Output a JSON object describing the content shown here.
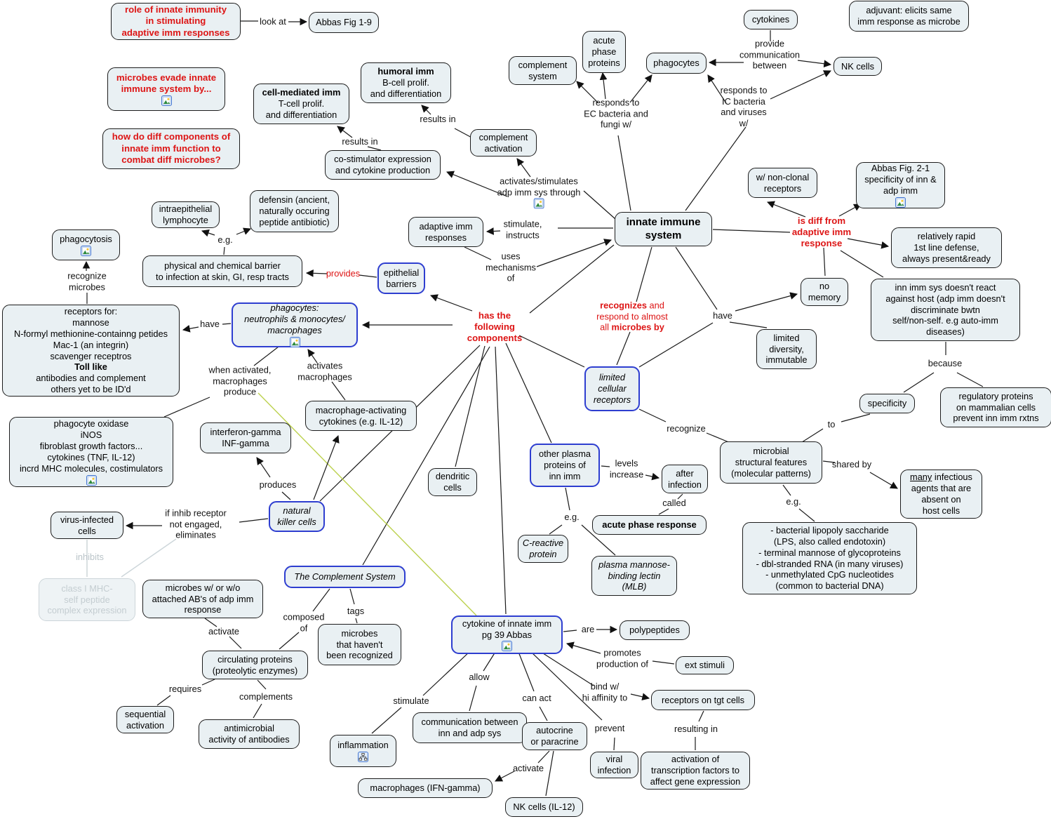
{
  "title": "innate immune system concept map",
  "colors": {
    "node_fill": "#e9f0f3",
    "node_border": "#1c1c1c",
    "highlight_border": "#2e3ed0",
    "red_text": "#dd1515",
    "line": "#1a1a1a",
    "yellow_line": "#bcd14e",
    "gray_line": "#cdd6da",
    "gray_text": "#b9c3c8"
  },
  "nodes": [
    {
      "id": "n_role",
      "label": "role of innate immunity\nin stimulating\nadaptive imm responses",
      "style": "redq"
    },
    {
      "id": "n_abbas19",
      "label": "Abbas Fig 1-9",
      "style": "plain"
    },
    {
      "id": "n_evade",
      "label": "microbes evade innate\nimmune system by...",
      "style": "redq",
      "icon": "image"
    },
    {
      "id": "n_howdo",
      "label": "how do diff components of\ninnate imm function to\ncombat diff microbes?",
      "style": "redq"
    },
    {
      "id": "n_cellmed",
      "label": "**cell-mediated imm**\nT-cell prolif.\nand differentiation",
      "style": "plain"
    },
    {
      "id": "n_humoral",
      "label": "**humoral imm**\nB-cell prolif.\nand differentiation",
      "style": "plain"
    },
    {
      "id": "n_compsys",
      "label": "complement\nsystem",
      "style": "plain"
    },
    {
      "id": "n_acutephase",
      "label": "acute\nphase\nproteins",
      "style": "plain"
    },
    {
      "id": "n_cytokines",
      "label": "cytokines",
      "style": "plain"
    },
    {
      "id": "n_adjuvant",
      "label": "adjuvant:  elicits same\nimm response as microbe",
      "style": "plain"
    },
    {
      "id": "n_phagocytes_t",
      "label": "phagocytes",
      "style": "plain"
    },
    {
      "id": "n_nkcells_t",
      "label": "NK cells",
      "style": "plain"
    },
    {
      "id": "n_compact",
      "label": "complement\nactivation",
      "style": "plain"
    },
    {
      "id": "n_costim",
      "label": "co-stimulator expression\nand cytokine production",
      "style": "plain"
    },
    {
      "id": "n_nonclonal",
      "label": "w/ non-clonal\nreceptors",
      "style": "plain"
    },
    {
      "id": "n_abbas21",
      "label": "Abbas Fig. 2-1\nspecificity of inn &\nadp imm",
      "style": "plain",
      "icon": "image"
    },
    {
      "id": "n_rapid",
      "label": "relatively rapid\n1st line defense,\nalways present&ready",
      "style": "plain"
    },
    {
      "id": "n_innate",
      "label": "innate immune\nsystem",
      "style": "big"
    },
    {
      "id": "n_adaptive",
      "label": "adaptive imm\nresponses",
      "style": "plain"
    },
    {
      "id": "n_intraep",
      "label": "intraepithelial\nlymphocyte",
      "style": "plain"
    },
    {
      "id": "n_defensin",
      "label": "defensin (ancient,\nnaturally occuring\npeptide antibiotic)",
      "style": "plain"
    },
    {
      "id": "n_phagocytosis",
      "label": "phagocytosis",
      "style": "plain",
      "icon": "image"
    },
    {
      "id": "n_physbarrier",
      "label": "physical and chemical barrier\nto infection at skin, GI, resp tracts",
      "style": "plain"
    },
    {
      "id": "n_epithelial",
      "label": "epithelial\nbarriers",
      "style": "blue"
    },
    {
      "id": "n_nomemory",
      "label": "no\nmemory",
      "style": "plain"
    },
    {
      "id": "n_doesntreact",
      "label": "inn imm sys doesn't react\nagainst host (adp imm doesn't\ndiscriminate bwtn\nself/non-self. e.g auto-imm\ndiseases)",
      "style": "plain"
    },
    {
      "id": "n_receptorsfor",
      "label": "receptors for:\nmannose\nN-formyl methionine-containng petides\nMac-1 (an integrin)\nscavenger receptros\n**Toll like**\nantibodies and complement\nothers yet to be ID'd",
      "style": "plain"
    },
    {
      "id": "n_phagonode",
      "label": "phagocytes:\nneutrophils & monocytes/\nmacrophages",
      "style": "blue italic",
      "icon": "image"
    },
    {
      "id": "n_limdiv",
      "label": "limited\ndiversity,\nimmutable",
      "style": "plain"
    },
    {
      "id": "n_lcr",
      "label": "limited\ncellular\nreceptors",
      "style": "blue italic"
    },
    {
      "id": "n_specificity",
      "label": "specificity",
      "style": "plain"
    },
    {
      "id": "n_regproteins",
      "label": "regulatory proteins\non mammalian cells\nprevent inn imm rxtns",
      "style": "plain"
    },
    {
      "id": "n_phagoxidase",
      "label": "phagocyte oxidase\niNOS\nfibroblast growth factors...\ncytokines (TNF, IL-12)\nincrd MHC molecules, costimulators",
      "style": "plain",
      "icon": "image"
    },
    {
      "id": "n_ifngamma",
      "label": "interferon-gamma\nINF-gamma",
      "style": "plain"
    },
    {
      "id": "n_macact",
      "label": "macrophage-activating\ncytokines (e.g. IL-12)",
      "style": "plain"
    },
    {
      "id": "n_microstruct",
      "label": "microbial\nstructural features\n(molecular patterns)",
      "style": "plain"
    },
    {
      "id": "n_manyinf",
      "label": "__many__ infectious\nagents that are\nabsent on\nhost cells",
      "style": "plain"
    },
    {
      "id": "n_dendritic",
      "label": "dendritic\ncells",
      "style": "plain"
    },
    {
      "id": "n_otherplasma",
      "label": "other plasma\nproteins of\ninn imm",
      "style": "blue"
    },
    {
      "id": "n_afterinf",
      "label": "after\ninfection",
      "style": "plain"
    },
    {
      "id": "n_acuteresp",
      "label": "**acute phase response**",
      "style": "plain"
    },
    {
      "id": "n_creactive",
      "label": "C-reactive\nprotein",
      "style": "italic"
    },
    {
      "id": "n_mlb",
      "label": "plasma mannose-\nbinding lectin\n(MLB)",
      "style": "italic"
    },
    {
      "id": "n_lpslist",
      "label": "- bacterial lipopoly saccharide\n(LPS, also called endotoxin)\n- terminal mannose of glycoproteins\n- dbl-stranded RNA (in many viruses)\n- unmethylated CpG nucleotides\n(common to bacterial DNA)",
      "style": "plain"
    },
    {
      "id": "n_nk",
      "label": "natural\nkiller cells",
      "style": "blue italic"
    },
    {
      "id": "n_virusinf",
      "label": "virus-infected\ncells",
      "style": "plain"
    },
    {
      "id": "n_mhc",
      "label": "class I MHC-\nself peptide\ncomplex expression",
      "style": "gray"
    },
    {
      "id": "n_microbesab",
      "label": "microbes w/ or w/o\nattached AB's of adp imm\nresponse",
      "style": "plain"
    },
    {
      "id": "n_complementsys",
      "label": "The Complement System",
      "style": "blue italic"
    },
    {
      "id": "n_microbesnotrec",
      "label": "microbes\nthat haven't\nbeen recognized",
      "style": "plain"
    },
    {
      "id": "n_circproteins",
      "label": "circulating proteins\n(proteolytic enzymes)",
      "style": "plain"
    },
    {
      "id": "n_seqact",
      "label": "sequential\nactivation",
      "style": "plain"
    },
    {
      "id": "n_antimicrob",
      "label": "antimicrobial\nactivity of antibodies",
      "style": "plain"
    },
    {
      "id": "n_inflammation",
      "label": "inflammation",
      "style": "plain",
      "icon": "hierarchy"
    },
    {
      "id": "n_cytokineinn",
      "label": "cytokine of innate imm\npg 39 Abbas",
      "style": "blue",
      "icon": "image"
    },
    {
      "id": "n_polypeptides",
      "label": "polypeptides",
      "style": "plain"
    },
    {
      "id": "n_extstimuli",
      "label": "ext stimuli",
      "style": "plain"
    },
    {
      "id": "n_rectgt",
      "label": "receptors on tgt cells",
      "style": "plain"
    },
    {
      "id": "n_commbetween",
      "label": "communication between\ninn and adp sys",
      "style": "plain"
    },
    {
      "id": "n_autocrine",
      "label": "autocrine\nor paracrine",
      "style": "plain"
    },
    {
      "id": "n_viralinf",
      "label": "viral\ninfection",
      "style": "plain"
    },
    {
      "id": "n_acttrans",
      "label": "activation of\ntranscription factors to\naffect gene expression",
      "style": "plain"
    },
    {
      "id": "n_macroifn",
      "label": "macrophages (IFN-gamma)",
      "style": "plain"
    },
    {
      "id": "n_nkil12",
      "label": "NK cells (IL-12)",
      "style": "plain"
    }
  ],
  "edge_labels": [
    {
      "id": "l_lookat",
      "label": "look at",
      "style": "plain"
    },
    {
      "id": "l_resultsin1",
      "label": "results in",
      "style": "plain"
    },
    {
      "id": "l_resultsin2",
      "label": "results in",
      "style": "plain"
    },
    {
      "id": "l_respondsEC",
      "label": "responds to\nEC bacteria and\nfungi w/",
      "style": "plain"
    },
    {
      "id": "l_respondsIC",
      "label": "responds to\nIC bacteria\nand viruses\nw/",
      "style": "plain"
    },
    {
      "id": "l_providecomm",
      "label": "provide\ncommunication\nbetween",
      "style": "plain"
    },
    {
      "id": "l_actstim",
      "label": "activates/stimulates\nadp imm sys through",
      "style": "plain",
      "icon": "image"
    },
    {
      "id": "l_stiminstr",
      "label": "stimulate,\ninstructs",
      "style": "plain"
    },
    {
      "id": "l_usesmech",
      "label": "uses\nmechanisms\nof",
      "style": "plain"
    },
    {
      "id": "l_isdiff",
      "label": "is diff from\nadaptive imm\nresponse",
      "style": "redbold"
    },
    {
      "id": "l_have_r",
      "label": "have",
      "style": "plain"
    },
    {
      "id": "l_because",
      "label": "because",
      "style": "plain"
    },
    {
      "id": "l_to",
      "label": "to",
      "style": "plain"
    },
    {
      "id": "l_sharedby",
      "label": "shared by",
      "style": "plain"
    },
    {
      "id": "l_eg_r",
      "label": "e.g.",
      "style": "plain"
    },
    {
      "id": "l_recognize",
      "label": "recognize",
      "style": "plain"
    },
    {
      "id": "l_levels",
      "label": "levels\nincrease",
      "style": "plain"
    },
    {
      "id": "l_called",
      "label": "called",
      "style": "plain"
    },
    {
      "id": "l_eg_plasma",
      "label": "e.g.",
      "style": "plain"
    },
    {
      "id": "l_components",
      "label": "has  the\nfollowing\ncomponents",
      "style": "redbold"
    },
    {
      "id": "l_recognizes",
      "label": "**recognizes** and\nrespond to almost\nall **microbes by**",
      "style": "red"
    },
    {
      "id": "l_provides",
      "label": "provides",
      "style": "red"
    },
    {
      "id": "l_eg_l",
      "label": "e.g.",
      "style": "plain"
    },
    {
      "id": "l_recmicrobes",
      "label": "recognize\nmicrobes",
      "style": "plain"
    },
    {
      "id": "l_have_l",
      "label": "have",
      "style": "plain"
    },
    {
      "id": "l_whenact",
      "label": "when activated,\nmacrophages\nproduce",
      "style": "plain"
    },
    {
      "id": "l_actmacro",
      "label": "activates\nmacrophages",
      "style": "plain"
    },
    {
      "id": "l_produces",
      "label": "produces",
      "style": "plain"
    },
    {
      "id": "l_ifinhib",
      "label": "if inhib receptor\nnot engaged,\neliminates",
      "style": "plain"
    },
    {
      "id": "l_inhibits",
      "label": "inhibits",
      "style": "gray"
    },
    {
      "id": "l_activate1",
      "label": "activate",
      "style": "plain"
    },
    {
      "id": "l_composedof",
      "label": "composed\nof",
      "style": "plain"
    },
    {
      "id": "l_tags",
      "label": "tags",
      "style": "plain"
    },
    {
      "id": "l_requires",
      "label": "requires",
      "style": "plain"
    },
    {
      "id": "l_complements",
      "label": "complements",
      "style": "plain"
    },
    {
      "id": "l_stimulate",
      "label": "stimulate",
      "style": "plain"
    },
    {
      "id": "l_allow",
      "label": "allow",
      "style": "plain"
    },
    {
      "id": "l_canact",
      "label": "can act",
      "style": "plain"
    },
    {
      "id": "l_are",
      "label": "are",
      "style": "plain"
    },
    {
      "id": "l_promotes",
      "label": "promotes\nproduction of",
      "style": "plain"
    },
    {
      "id": "l_bindw",
      "label": "bind w/\nhi affinity to",
      "style": "plain"
    },
    {
      "id": "l_prevent",
      "label": "prevent",
      "style": "plain"
    },
    {
      "id": "l_resulting",
      "label": "resulting in",
      "style": "plain"
    },
    {
      "id": "l_activate2",
      "label": "activate",
      "style": "plain"
    }
  ]
}
